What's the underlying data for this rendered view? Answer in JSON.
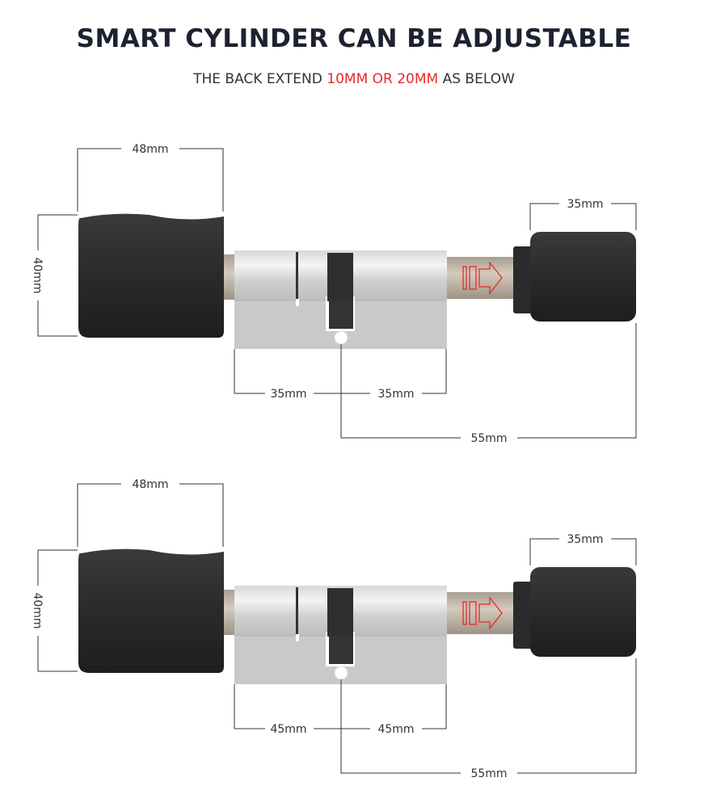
{
  "header": {
    "title": "SMART CYLINDER CAN BE ADJUSTABLE",
    "subtitle_prefix": "THE BACK EXTEND ",
    "subtitle_highlight": "10MM OR 20MM",
    "subtitle_suffix": " AS BELOW"
  },
  "colors": {
    "highlight": "#e82a2a",
    "knob": "#2c2c2e",
    "body": "#c9c9c9"
  },
  "diagrams": [
    {
      "knob_width": "48mm",
      "knob_height": "40mm",
      "back_knob_width": "35mm",
      "front_length": "35mm",
      "back_length": "35mm",
      "back_extension": "55mm"
    },
    {
      "knob_width": "48mm",
      "knob_height": "40mm",
      "back_knob_width": "35mm",
      "front_length": "45mm",
      "back_length": "45mm",
      "back_extension": "55mm"
    }
  ]
}
